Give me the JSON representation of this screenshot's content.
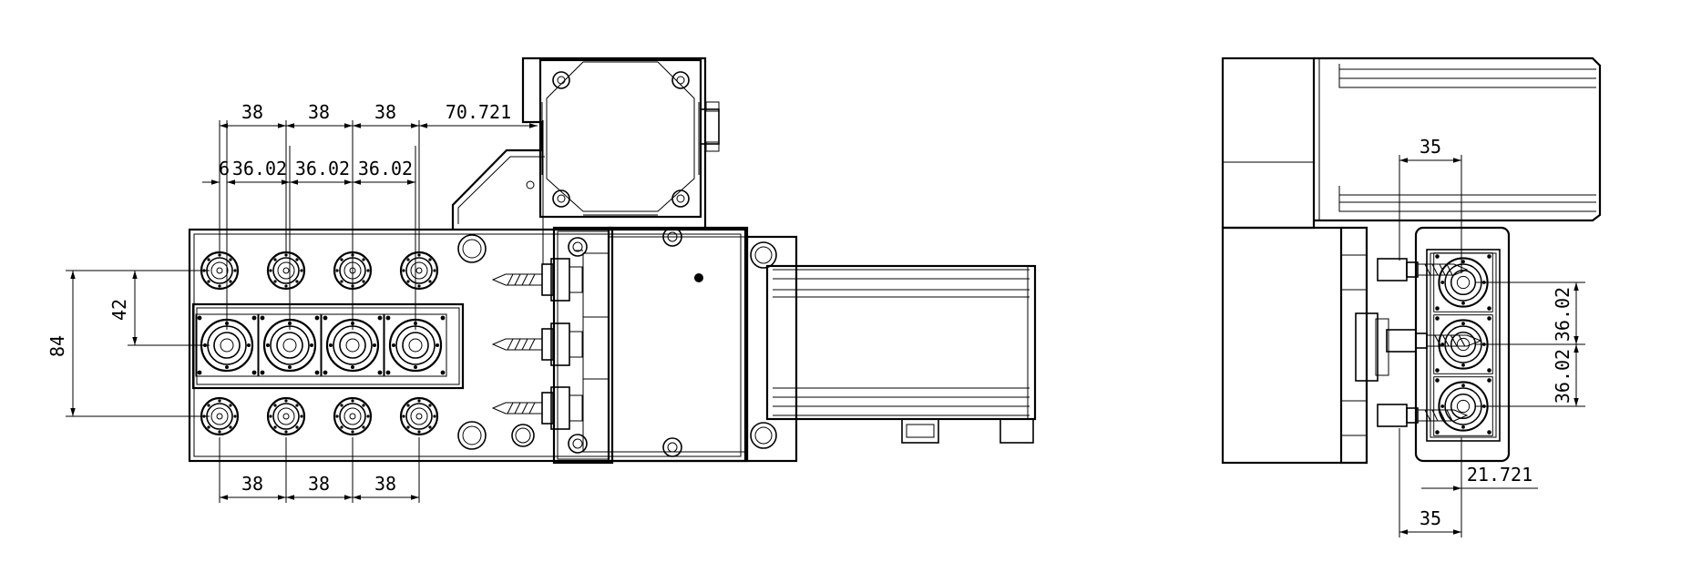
{
  "dimensions": {
    "top_pitch": [
      "38",
      "38",
      "38"
    ],
    "top_offset": "70.721",
    "first_offset": "6",
    "top_sub_pitch": [
      "36.02",
      "36.02",
      "36.02"
    ],
    "bottom_pitch": [
      "38",
      "38",
      "38"
    ],
    "left_outer": "84",
    "left_inner": "42",
    "side_top": "35",
    "side_right": [
      "36.02",
      "36.02"
    ],
    "side_offset": "21.721",
    "side_bottom": "35"
  }
}
